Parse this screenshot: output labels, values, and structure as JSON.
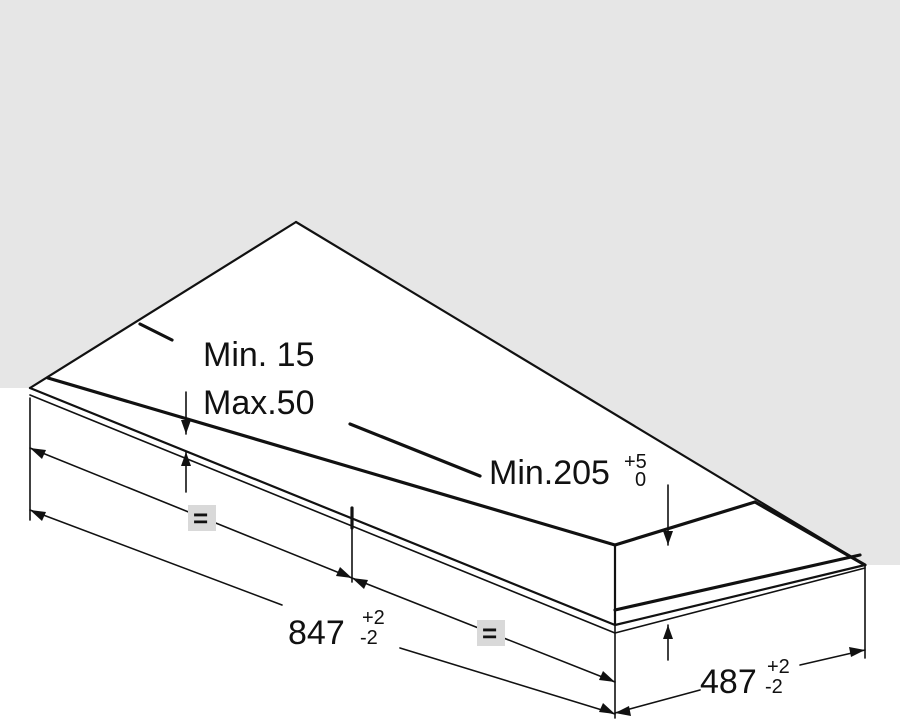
{
  "labels": {
    "gap_min": "Min. 15",
    "gap_max": "Max.50",
    "height_min": "Min.205",
    "height_tol_plus": "+5",
    "height_tol_minus": "0",
    "width_value": "847",
    "width_tol_plus": "+2",
    "width_tol_minus": "-2",
    "depth_value": "487",
    "depth_tol_plus": "+2",
    "depth_tol_minus": "-2",
    "equal_left": "=",
    "equal_right": "="
  },
  "colors": {
    "wall": "#e6e6e6",
    "line": "#111111",
    "equal_box": "#d9d9d9"
  }
}
